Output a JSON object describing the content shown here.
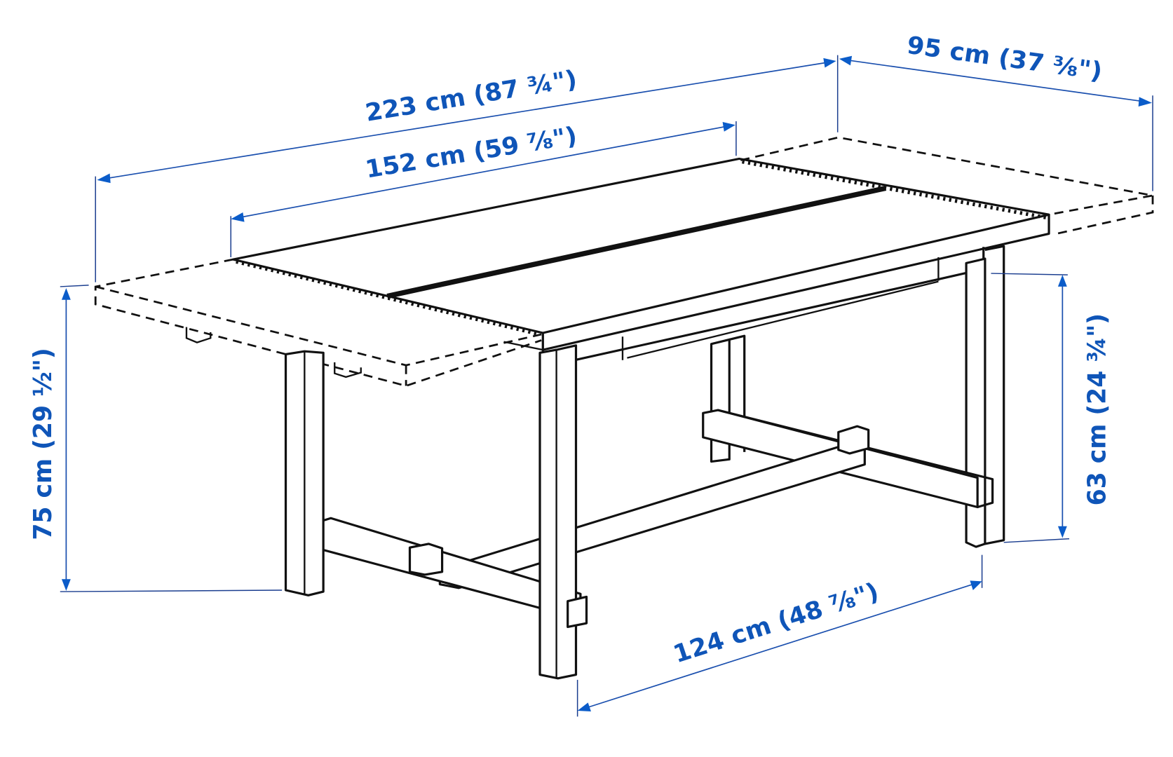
{
  "diagram": {
    "type": "product dimension drawing",
    "subject": "extendable dining table with two extension leaves and trestle base",
    "colors": {
      "dimension": "#0f55b8",
      "outline": "#111111",
      "background": "#ffffff"
    },
    "dimensions": {
      "extended_length": {
        "label": "223 cm (87 ¾\")",
        "cm": 223,
        "in": "87 3/4"
      },
      "base_length": {
        "label": "152 cm (59 ⅞\")",
        "cm": 152,
        "in": "59 7/8"
      },
      "width": {
        "label": "95 cm (37 ⅜\")",
        "cm": 95,
        "in": "37 3/8"
      },
      "height": {
        "label": "75 cm (29 ½\")",
        "cm": 75,
        "in": "29 1/2"
      },
      "underframe_height": {
        "label": "63 cm (24 ¾\")",
        "cm": 63,
        "in": "24 3/4"
      },
      "leg_span": {
        "label": "124 cm (48 ⅞\")",
        "cm": 124,
        "in": "48 7/8"
      }
    },
    "parts": [
      "tabletop",
      "center seam",
      "left extension leaf (dashed)",
      "right extension leaf (dashed)",
      "apron",
      "four legs",
      "stretcher",
      "two side rails"
    ]
  }
}
